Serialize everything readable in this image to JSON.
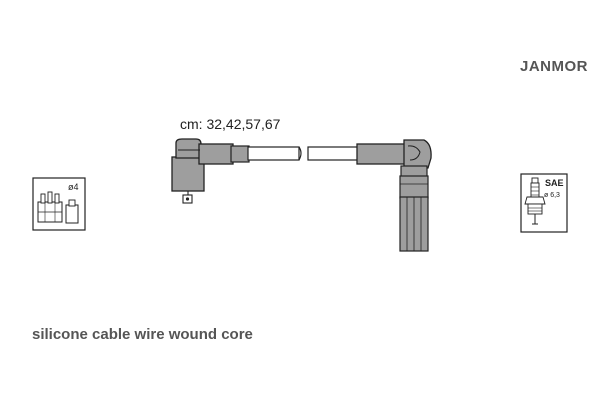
{
  "brand": "JANMOR",
  "lengths_label": "cm: 32,42,57,67",
  "description": "silicone cable wire wound core",
  "distributor_icon": {
    "label": "ø4"
  },
  "plug_icon": {
    "label_top": "SAE",
    "label_bottom": "ø 6,3"
  },
  "colors": {
    "fill": "#9e9e9e",
    "stroke": "#222222",
    "text": "#555555"
  }
}
